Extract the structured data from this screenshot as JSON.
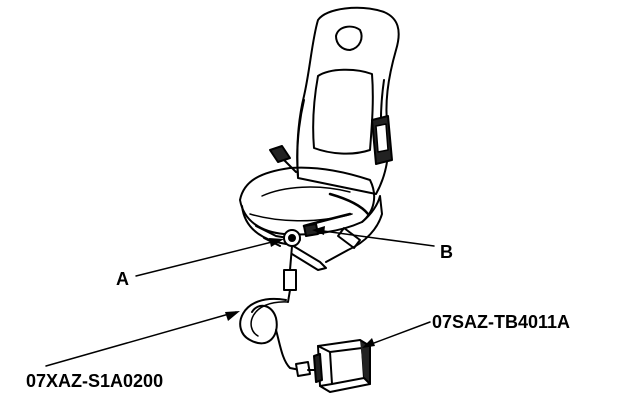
{
  "figure": {
    "callouts": {
      "a": "A",
      "b": "B",
      "tool_cable": "07XAZ-S1A0200",
      "tool_box": "07SAZ-TB4011A"
    },
    "line_color": "#000000",
    "background_color": "#ffffff"
  }
}
